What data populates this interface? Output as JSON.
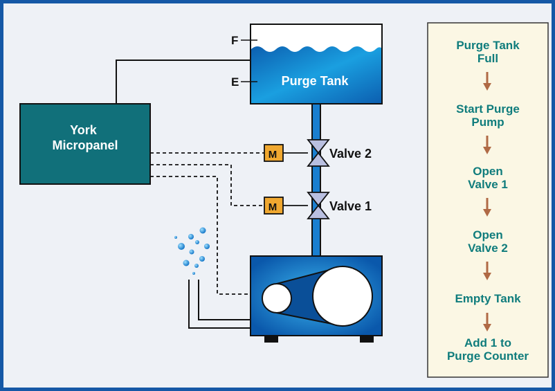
{
  "labels": {
    "tank_full_mark": "F",
    "tank_empty_mark": "E",
    "purge_tank": "Purge Tank",
    "micropanel": "York\nMicropanel",
    "motor": "M",
    "valve2": "Valve 2",
    "valve1": "Valve 1"
  },
  "flowchart": [
    "Purge Tank\nFull",
    "Start Purge\nPump",
    "Open\nValve 1",
    "Open\nValve 2",
    "Empty Tank",
    "Add 1 to\nPurge Counter"
  ],
  "colors": {
    "frame": "#1558a6",
    "panel": "#11707a",
    "tank_water": "#1a9fe0",
    "motor_box": "#f0a830",
    "valve": "#b9bfe0",
    "flow_text": "#0f7c7c",
    "flow_arrow": "#b06a45",
    "flow_panel": "#fbf7e4"
  }
}
